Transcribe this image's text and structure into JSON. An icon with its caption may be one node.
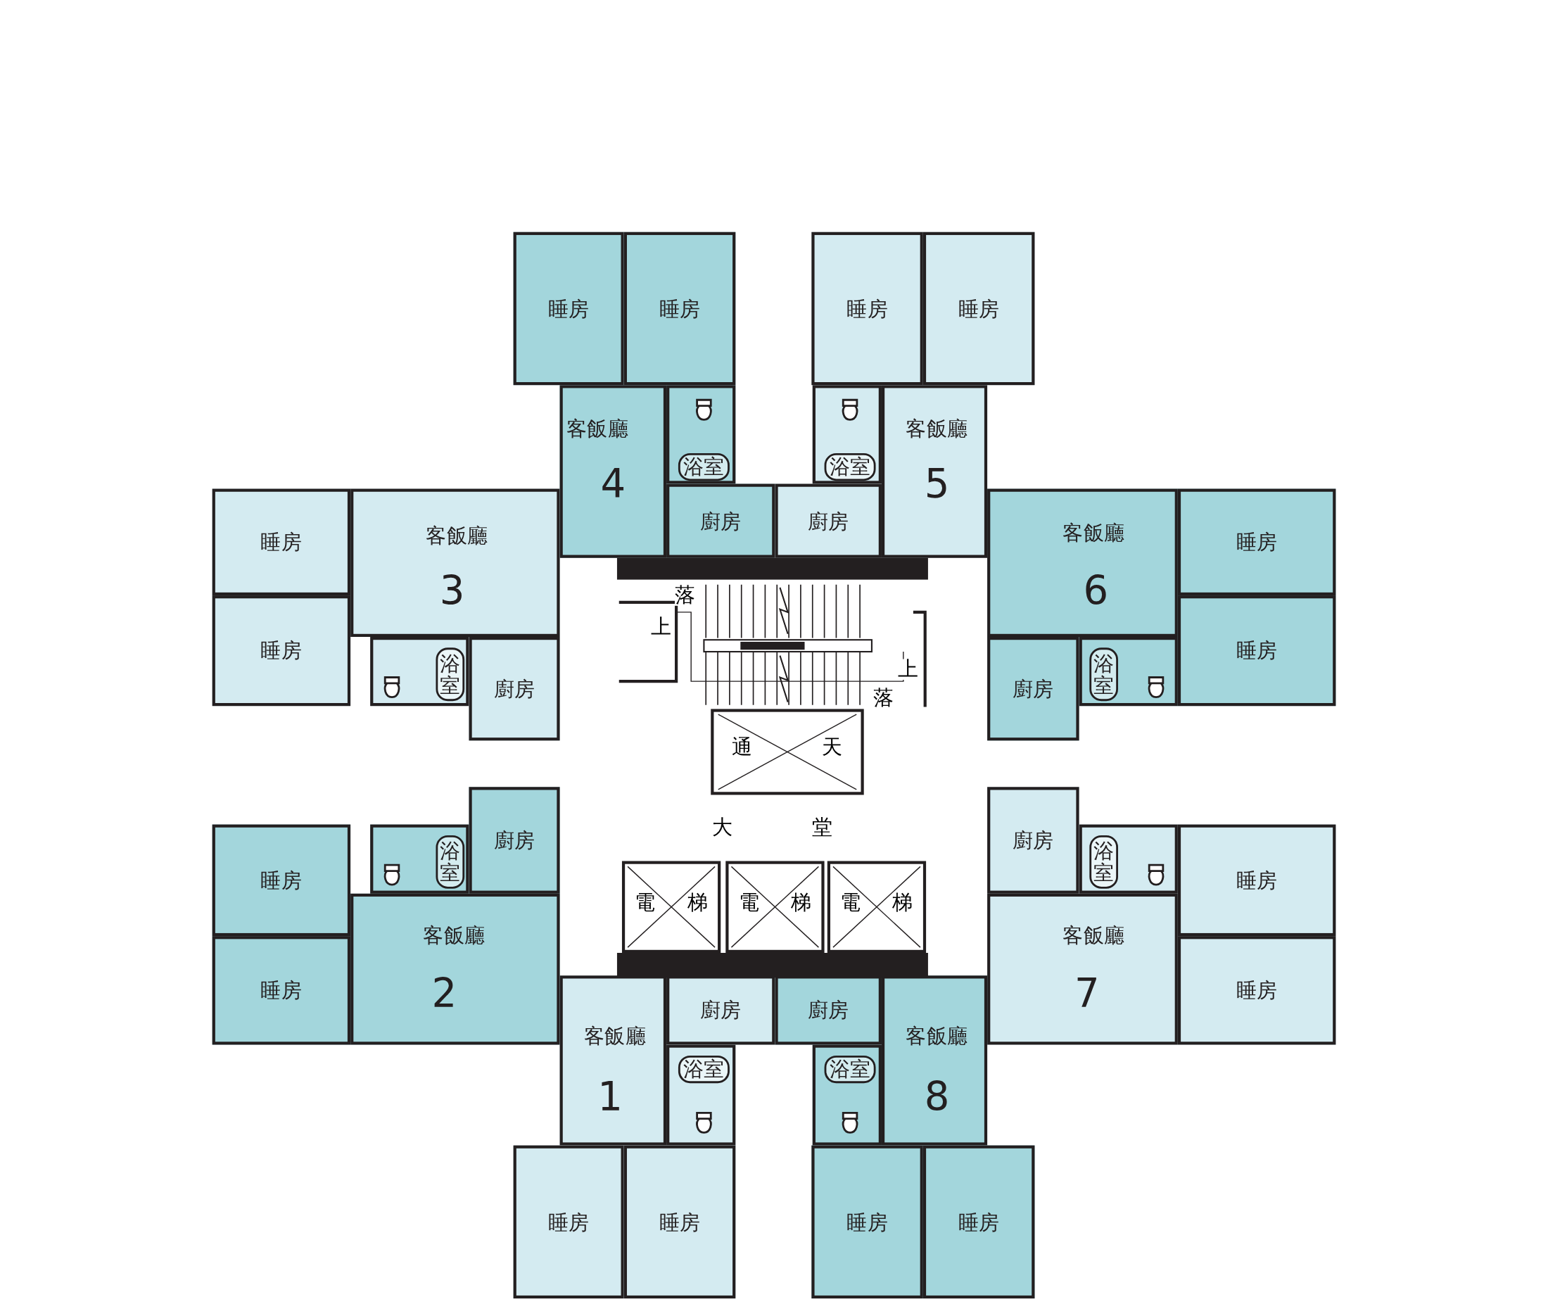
{
  "diagram": {
    "nodes": [
      {
        "text": [
          "客飯廳",
          "1"
        ]
      },
      {
        "text": [
          "廚房"
        ]
      },
      {
        "text": [
          "浴室"
        ]
      },
      {
        "text": [
          "睡房"
        ]
      },
      {
        "text": [
          "睡房"
        ]
      },
      {
        "text": [
          "客飯廳",
          "2"
        ]
      },
      {
        "text": [
          "廚房"
        ]
      },
      {
        "text": [
          "浴室"
        ]
      },
      {
        "text": [
          "睡房"
        ]
      },
      {
        "text": [
          "睡房"
        ]
      },
      {
        "text": [
          "客飯廳",
          "3"
        ]
      },
      {
        "text": [
          "廚房"
        ]
      },
      {
        "text": [
          "浴室"
        ]
      },
      {
        "text": [
          "睡房"
        ]
      },
      {
        "text": [
          "睡房"
        ]
      },
      {
        "text": [
          "客飯廳",
          "4"
        ]
      },
      {
        "text": [
          "廚房"
        ]
      },
      {
        "text": [
          "浴室"
        ]
      },
      {
        "text": [
          "睡房"
        ]
      },
      {
        "text": [
          "睡房"
        ]
      },
      {
        "text": [
          "客飯廳",
          "5"
        ]
      },
      {
        "text": [
          "廚房"
        ]
      },
      {
        "text": [
          "浴室"
        ]
      },
      {
        "text": [
          "睡房"
        ]
      },
      {
        "text": [
          "睡房"
        ]
      },
      {
        "text": [
          "客飯廳",
          "6"
        ]
      },
      {
        "text": [
          "廚房"
        ]
      },
      {
        "text": [
          "浴室"
        ]
      },
      {
        "text": [
          "睡房"
        ]
      },
      {
        "text": [
          "睡房"
        ]
      },
      {
        "text": [
          "客飯廳",
          "7"
        ]
      },
      {
        "text": [
          "廚房"
        ]
      },
      {
        "text": [
          "浴室"
        ]
      },
      {
        "text": [
          "睡房"
        ]
      },
      {
        "text": [
          "睡房"
        ]
      },
      {
        "text": [
          "客飯廳",
          "8"
        ]
      },
      {
        "text": [
          "廚房"
        ]
      },
      {
        "text": [
          "浴室"
        ]
      },
      {
        "text": [
          "睡房"
        ]
      },
      {
        "text": [
          "睡房"
        ]
      },
      {
        "text": [
          "通天"
        ]
      },
      {
        "text": [
          "大堂"
        ]
      },
      {
        "text": [
          "電梯"
        ]
      },
      {
        "text": [
          "電梯"
        ]
      },
      {
        "text": [
          "電梯"
        ]
      },
      {
        "text": [],
        "shape": "bar"
      },
      {
        "text": [],
        "shape": "bar"
      }
    ],
    "labels": [
      "落",
      "上",
      "上",
      "落"
    ]
  }
}
